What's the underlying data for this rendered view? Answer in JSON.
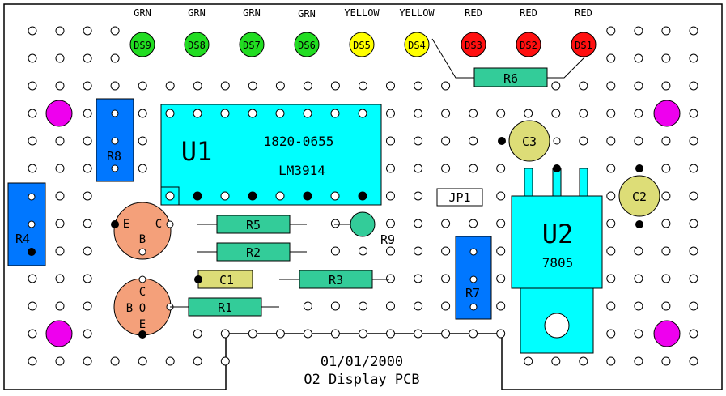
{
  "led_colors": [
    "GRN",
    "GRN",
    "GRN",
    "GRN",
    "YELLOW",
    "YELLOW",
    "RED",
    "RED",
    "RED"
  ],
  "leds": [
    "DS9",
    "DS8",
    "DS7",
    "DS6",
    "DS5",
    "DS4",
    "DS3",
    "DS2",
    "DS1"
  ],
  "u1": {
    "ref": "U1",
    "part": "1820-0655",
    "name": "LM3914"
  },
  "u2": {
    "ref": "U2",
    "name": "7805"
  },
  "resistors": {
    "r1": "R1",
    "r2": "R2",
    "r3": "R3",
    "r4": "R4",
    "r5": "R5",
    "r6": "R6",
    "r7": "R7",
    "r8": "R8",
    "r9": "R9"
  },
  "caps": {
    "c1": "C1",
    "c2": "C2",
    "c3": "C3"
  },
  "jumper": "JP1",
  "transistor_upper": {
    "e": "E",
    "b": "B",
    "c": "C"
  },
  "transistor_lower": {
    "c": "C",
    "b": "B",
    "o": "O",
    "e": "E"
  },
  "footer": {
    "date": "01/01/2000",
    "title": "O2 Display PCB"
  },
  "colors": {
    "green_led": "#22dd22",
    "yellow_led": "#ffff00",
    "red_led": "#ff1010",
    "resistor": "#33cc99",
    "chip": "#00ffff",
    "blue_resistor": "#0077ff",
    "capacitor": "#dddd77",
    "transistor": "#f4a07a",
    "mounting_hole": "#ee00ee"
  }
}
